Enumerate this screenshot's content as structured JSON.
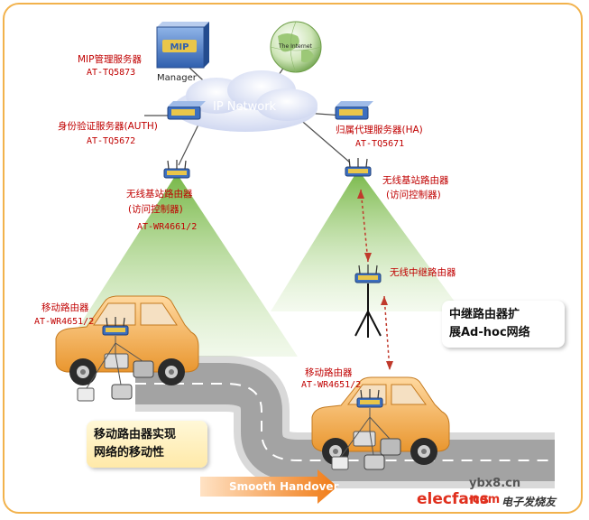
{
  "mip_server": {
    "label": "MIP管理服务器",
    "model": "AT-TQ5873",
    "caption": "Manager"
  },
  "internet": {
    "label": "The Internet"
  },
  "ip_network": {
    "label": "IP Network"
  },
  "auth_server": {
    "label": "身份验证服务器(AUTH)",
    "model": "AT-TQ5672"
  },
  "ha_server": {
    "label": "归属代理服务器(HA)",
    "model": "AT-TQ5671"
  },
  "left_base": {
    "line1": "无线基站路由器",
    "line2": "(访问控制器)",
    "model": "AT-WR4661/2"
  },
  "right_base": {
    "line1": "无线基站路由器",
    "line2": "(访问控制器)"
  },
  "relay": {
    "label": "无线中继路由器"
  },
  "callout_relay": {
    "line1": "中继路由器扩",
    "line2": "展Ad-hoc网络"
  },
  "mobile_left": {
    "label": "移动路由器",
    "model": "AT-WR4651/2"
  },
  "mobile_right": {
    "label": "移动路由器",
    "model": "AT-WR4651/2"
  },
  "callout_mobile": {
    "line1": "移动路由器实现",
    "line2": "网络的移动性"
  },
  "handover": {
    "label": "Smooth Handover"
  },
  "watermark": {
    "site": "ybx8.cn",
    "brand": "elecfans",
    "dotcom": "·com",
    "slogan": "电子发烧友"
  },
  "colors": {
    "label_red": "#c00000",
    "frame": "#f2b24c",
    "cone": "#7fbf4a",
    "car": "#f4b060",
    "road": "#9a9a9a"
  }
}
